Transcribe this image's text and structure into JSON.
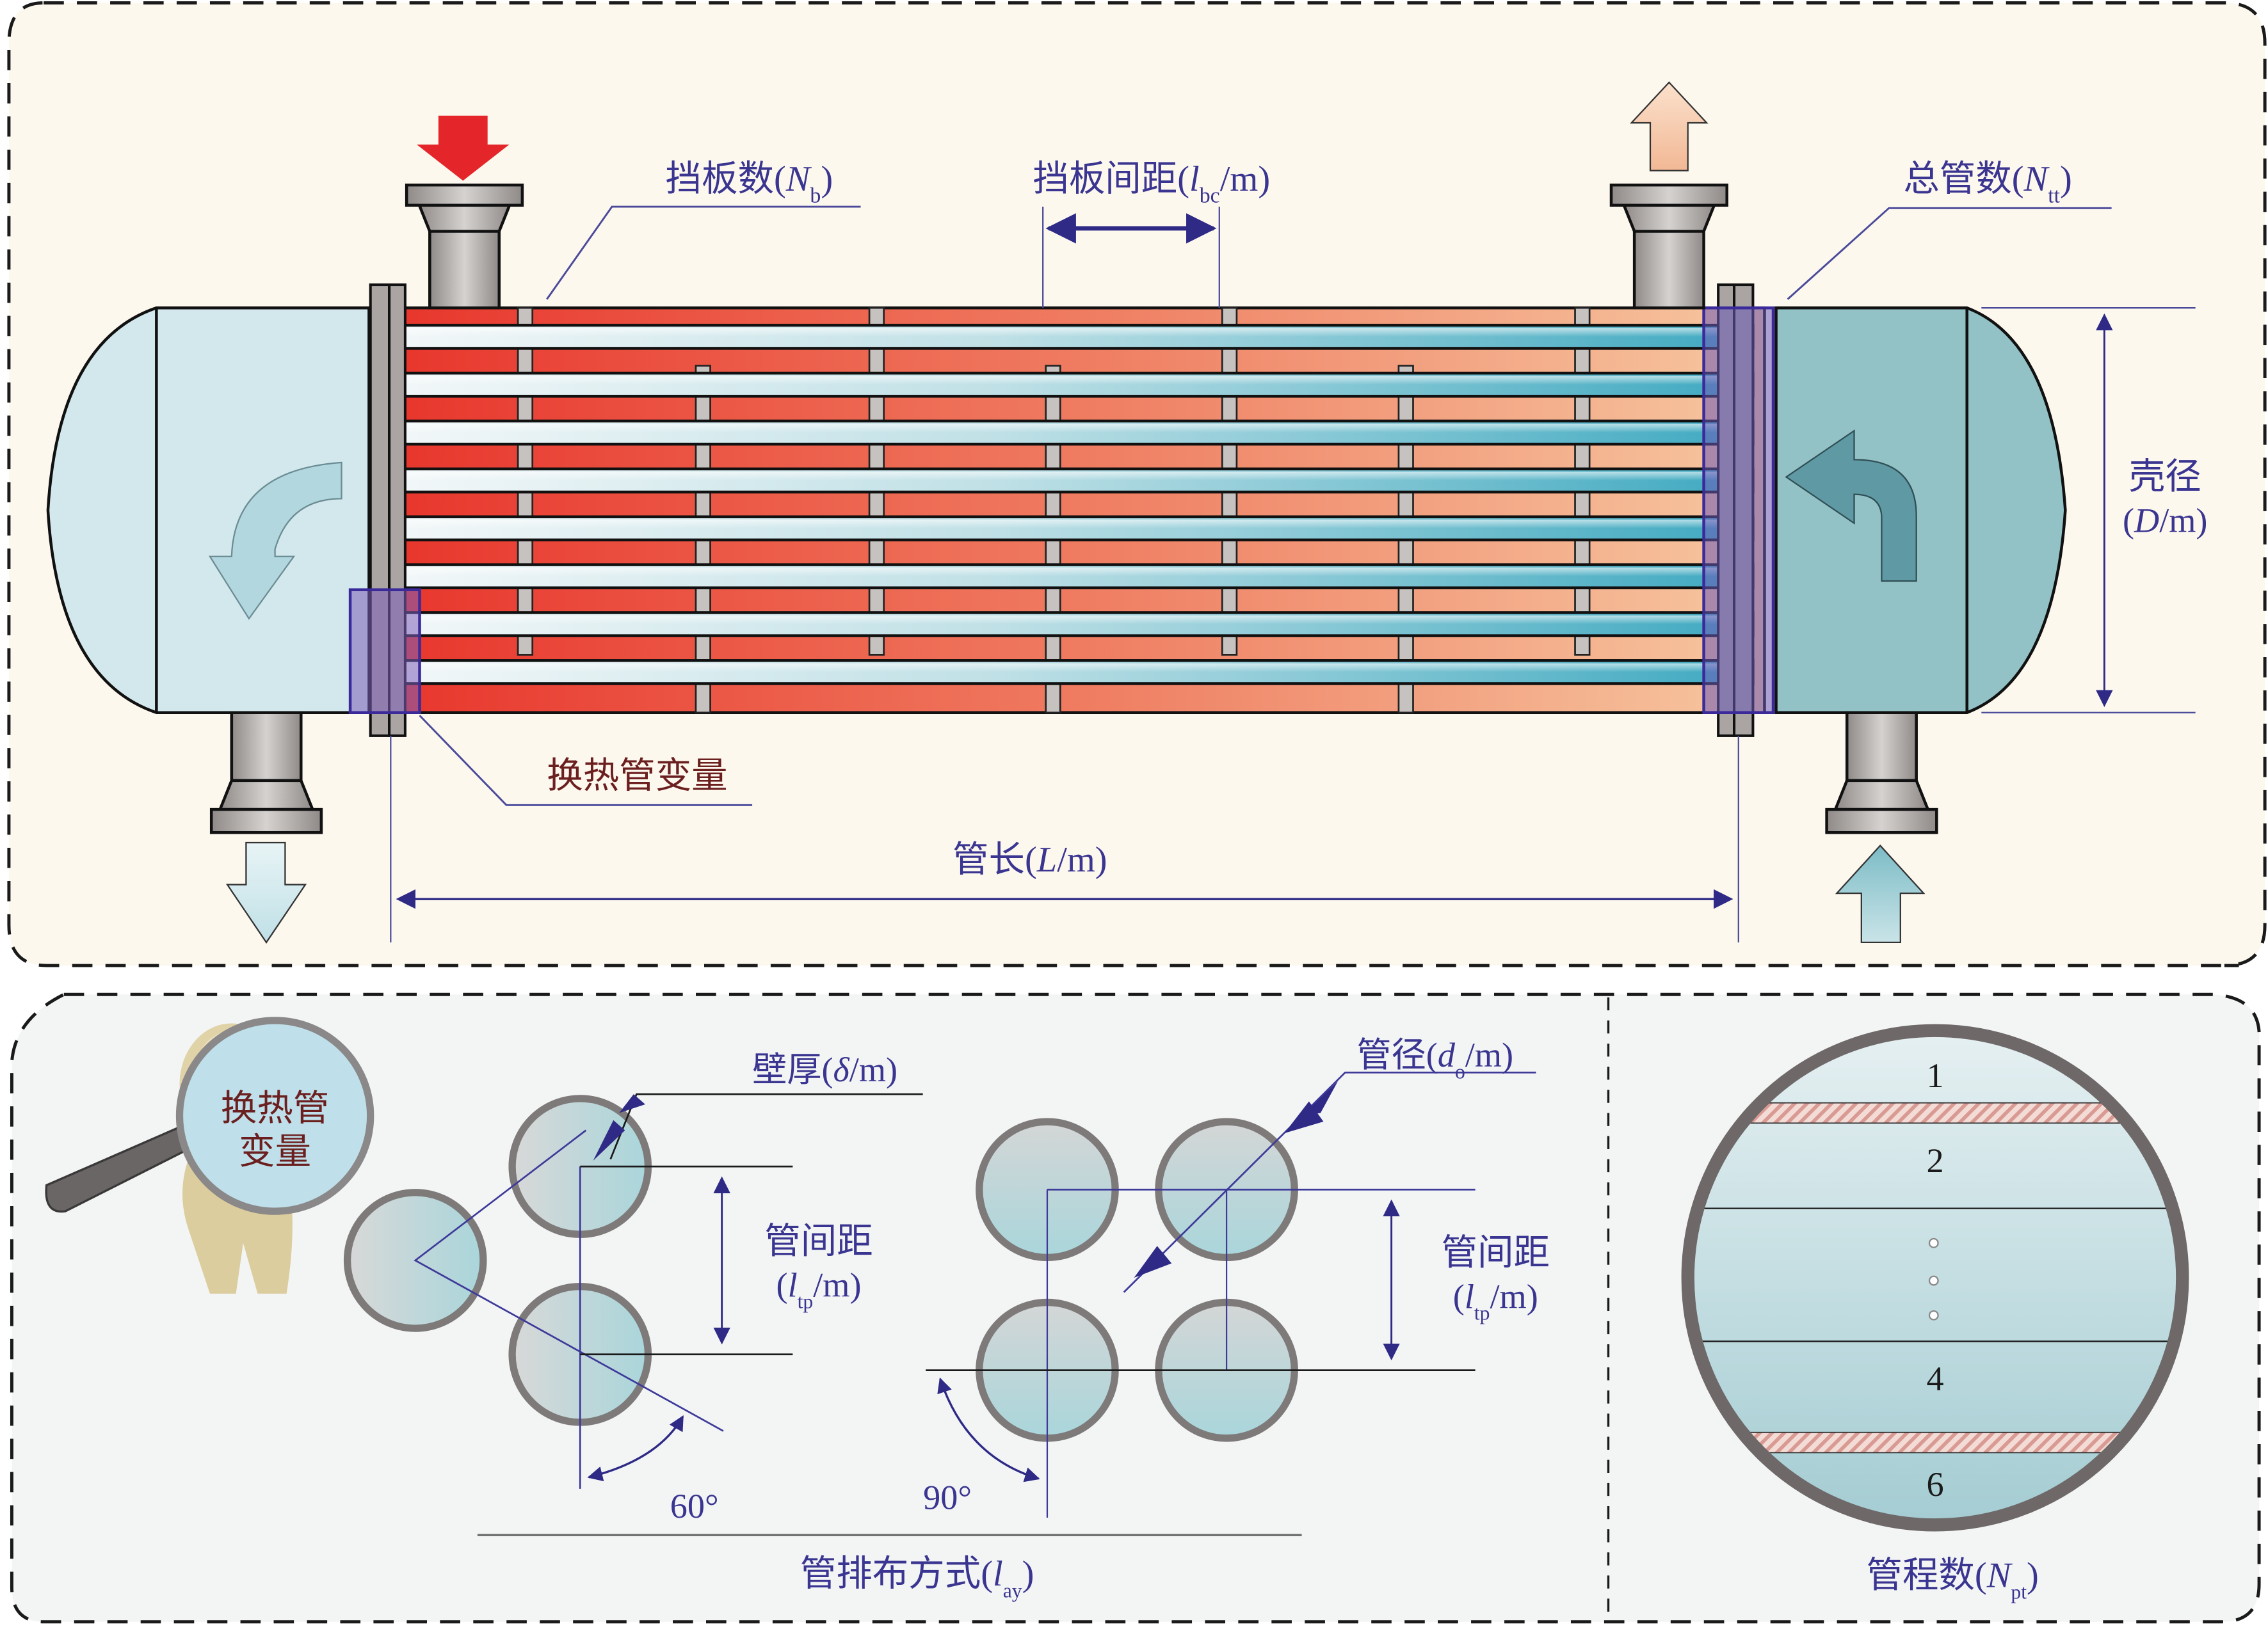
{
  "top_panel": {
    "labels": {
      "baffle_count": {
        "main": "挡板数(",
        "var": "N",
        "sub": "b",
        "tail": ")"
      },
      "baffle_spacing": {
        "main": "挡板间距(",
        "var": "l",
        "sub": "bc",
        "tail": "/m)"
      },
      "total_tubes": {
        "main": "总管数(",
        "var": "N",
        "sub": "tt",
        "tail": ")"
      },
      "shell_diameter_line1": "壳径",
      "shell_diameter_line2": {
        "open": "(",
        "var": "D",
        "tail": "/m)"
      },
      "tube_variables": "换热管变量",
      "tube_length": {
        "main": "管长(",
        "var": "L",
        "tail": "/m)"
      }
    },
    "flows": {
      "hot_inlet": "down",
      "hot_outlet": "up",
      "cold_inlet": "up",
      "cold_outlet": "down"
    },
    "colors": {
      "panel_bg": "#fdf8ee",
      "label": "#3a3590",
      "label_dark": "#6b1f1f",
      "hot_start": "#e8352c",
      "hot_end": "#f5bf98",
      "left_head": "#d3e8ec",
      "right_head": "#93c2c6",
      "highlight": "#7b5fb8"
    },
    "tube_count_drawn": 8,
    "baffle_count_drawn": 7
  },
  "bottom_panel": {
    "magnifier_text_line1": "换热管",
    "magnifier_text_line2": "变量",
    "wall_thickness": {
      "main": "壁厚(",
      "var": "δ",
      "tail": "/m)"
    },
    "tube_diameter": {
      "main": "管径(",
      "var": "d",
      "sub": "o",
      "tail": "/m)"
    },
    "tube_pitch_tri": {
      "line1": "管间距",
      "open": "(",
      "var": "l",
      "sub": "tp",
      "tail": "/m)"
    },
    "tube_pitch_sq": {
      "line1": "管间距",
      "open": "(",
      "var": "l",
      "sub": "tp",
      "tail": "/m)"
    },
    "angle_triangular": "60°",
    "angle_square": "90°",
    "layout": {
      "main": "管排布方式(",
      "var": "l",
      "sub": "ay",
      "tail": ")"
    },
    "passes": {
      "labels": [
        "1",
        "2",
        "4",
        "6"
      ],
      "caption": {
        "main": "管程数(",
        "var": "N",
        "sub": "pt",
        "tail": ")"
      }
    },
    "colors": {
      "panel_bg": "#f3f5f5",
      "tube_fill": "#b9dde2",
      "tube_ring": "#8a8585"
    }
  }
}
